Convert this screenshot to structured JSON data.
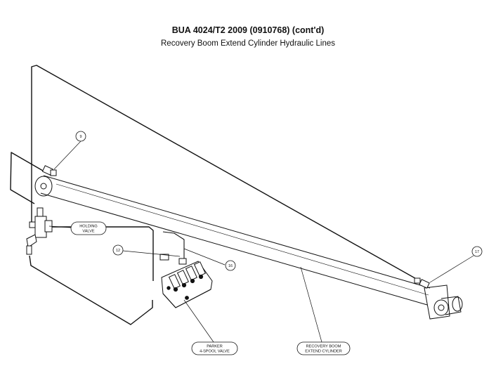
{
  "header": {
    "title": "BUA 4024/T2 2009 (0910768) (cont'd)",
    "subtitle": "Recovery Boom Extend Cylinder Hydraulic Lines"
  },
  "callouts": {
    "c9": "9",
    "c12": "12",
    "c16": "16",
    "c17": "17"
  },
  "labels": {
    "holding_valve": [
      "HOLDING",
      "VALVE"
    ],
    "parker_valve": [
      "PARKER",
      "4-SPOOL VALVE"
    ],
    "recovery_cylinder": [
      "RECOVERY BOOM",
      "EXTEND CYLINDER"
    ]
  },
  "colors": {
    "line": "#111111",
    "background": "#ffffff"
  }
}
